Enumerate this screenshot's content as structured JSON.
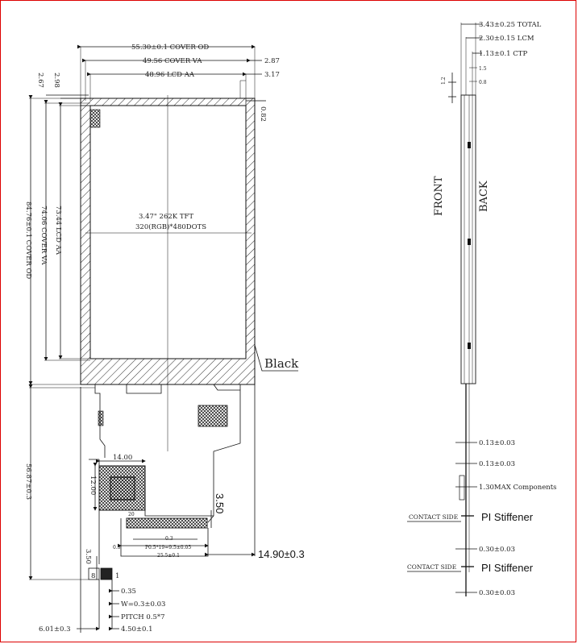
{
  "front_view": {
    "cover_od_w": "55.30±0.1 COVER OD",
    "cover_va_w": "49.56 COVER VA",
    "lcd_aa_w": "48.96 LCD AA",
    "right_287": "2.87",
    "right_317": "3.17",
    "right_082": "0.82",
    "left_267": "2.67",
    "left_298": "2.98",
    "cover_od_h": "84.76±0.1 COVER OD",
    "cover_va_h": "74.06 COVER VA",
    "lcd_aa_h": "73.44 LCD AA",
    "center_title": "3.47\" 262K TFT",
    "center_sub": "320(RGB)*480DOTS",
    "black_label": "Black",
    "fpc_len": "56.87±0.3",
    "pad_w": "14.00",
    "pad_h": "12.00",
    "conn_h": "3.50",
    "conn_pitch_small": "P0.5*19=9.5±0.05",
    "conn_total": "25.5±0.1",
    "small_05": "0.5",
    "small_03": "0.3",
    "small_20": "20",
    "dim_1490": "14.90±0.3",
    "dim_350": "3.50",
    "pin_8": "8",
    "pin_1": "1",
    "tail_035": "0.35",
    "tail_w": "W=0.3±0.03",
    "tail_pitch": "PITCH 0.5*7",
    "tail_601": "6.01±0.3",
    "tail_450": "4.50±0.1"
  },
  "side_view": {
    "total": "3.43±0.25 TOTAL",
    "lcm": "2.30±0.15 LCM",
    "ctp": "1.13±0.1 CTP",
    "s15": "1.5",
    "s08": "0.8",
    "s12": "1.2",
    "front": "FRONT",
    "back": "BACK",
    "t013a": "0.13±0.03",
    "t013b": "0.13±0.03",
    "components": "1.30MAX Components",
    "contact1": "CONTACT SIDE",
    "stiff1": "PI Stiffener",
    "t030a": "0.30±0.03",
    "contact2": "CONTACT SIDE",
    "stiff2": "PI Stiffener",
    "t030b": "0.30±0.03"
  }
}
